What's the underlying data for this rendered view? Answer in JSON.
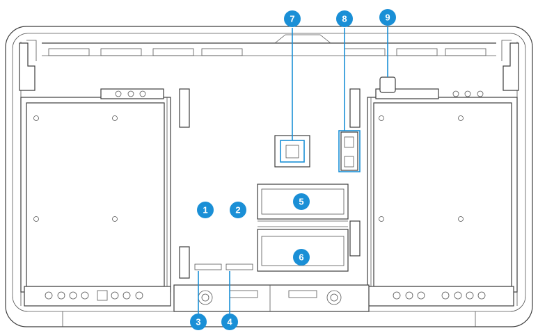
{
  "colors": {
    "callout": "#1a8fd6",
    "line": "#3d3d3d",
    "background": "#ffffff"
  },
  "callouts": [
    {
      "id": "1",
      "label": "1"
    },
    {
      "id": "2",
      "label": "2"
    },
    {
      "id": "3",
      "label": "3"
    },
    {
      "id": "4",
      "label": "4"
    },
    {
      "id": "5",
      "label": "5"
    },
    {
      "id": "6",
      "label": "6"
    },
    {
      "id": "7",
      "label": "7"
    },
    {
      "id": "8",
      "label": "8"
    },
    {
      "id": "9",
      "label": "9"
    }
  ]
}
